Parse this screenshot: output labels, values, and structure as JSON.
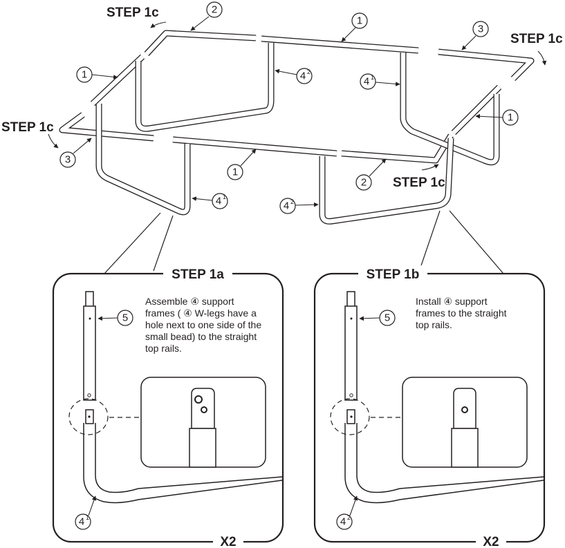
{
  "labels": {
    "step_1c": "STEP 1c",
    "step_1a": "STEP 1a",
    "step_1b": "STEP 1b",
    "x2": "X2"
  },
  "callouts": {
    "c1": "1",
    "c2": "2",
    "c3": "3",
    "c4": "4",
    "c5": "5",
    "sup1": "1",
    "sup2": "2"
  },
  "panel_a": {
    "instructions": "Assemble ④ support\nframes ( ④ W-legs have a\nhole next to one side of the\nsmall bead) to the straight\ntop rails."
  },
  "panel_b": {
    "instructions": "Install ④ support\nframes to the straight\ntop rails."
  }
}
